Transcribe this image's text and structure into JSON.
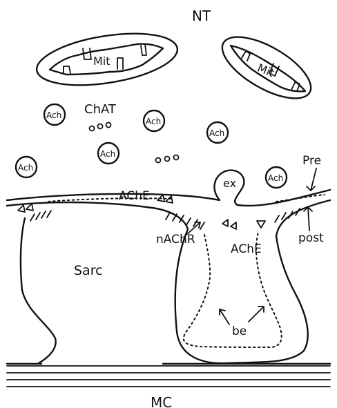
{
  "labels": {
    "nt": "NT",
    "mit_left": "Mit",
    "mit_right": "Mit",
    "chat": "ChAT",
    "ach": "Ach",
    "ache_top": "AChE",
    "ache_cleft": "AChE",
    "ex": "ex",
    "pre": "Pre",
    "post": "post",
    "nachr": "nAChR",
    "sarc": "Sarc",
    "be": "be",
    "mc": "MC"
  },
  "colors": {
    "ink": "#111111",
    "paper": "#ffffff"
  },
  "icons": [
    "mitochondrion",
    "ach-vesicle",
    "ache-triangle",
    "receptor-tick",
    "arrow"
  ]
}
